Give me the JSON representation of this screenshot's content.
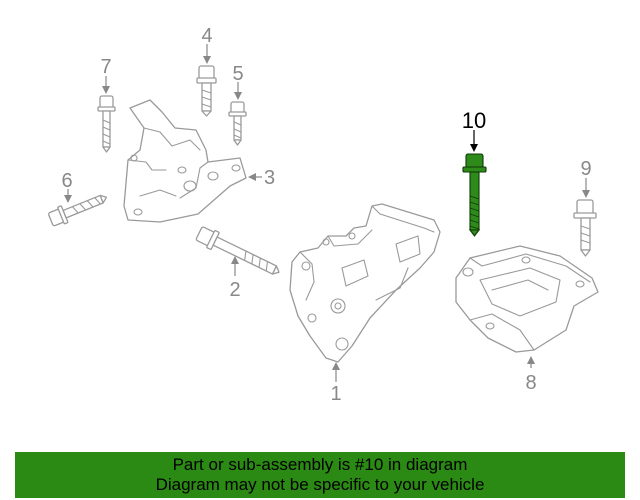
{
  "diagram": {
    "callouts": [
      "1",
      "2",
      "3",
      "4",
      "5",
      "6",
      "7",
      "8",
      "9",
      "10"
    ],
    "highlighted_part": "10",
    "colors": {
      "highlight": "#2e8b1a",
      "banner": "#2a8a14",
      "linework": "#9a9a9a"
    }
  },
  "banner": {
    "line1": "Part or sub-assembly is #10 in diagram",
    "line2": "Diagram may not be specific to your vehicle"
  }
}
